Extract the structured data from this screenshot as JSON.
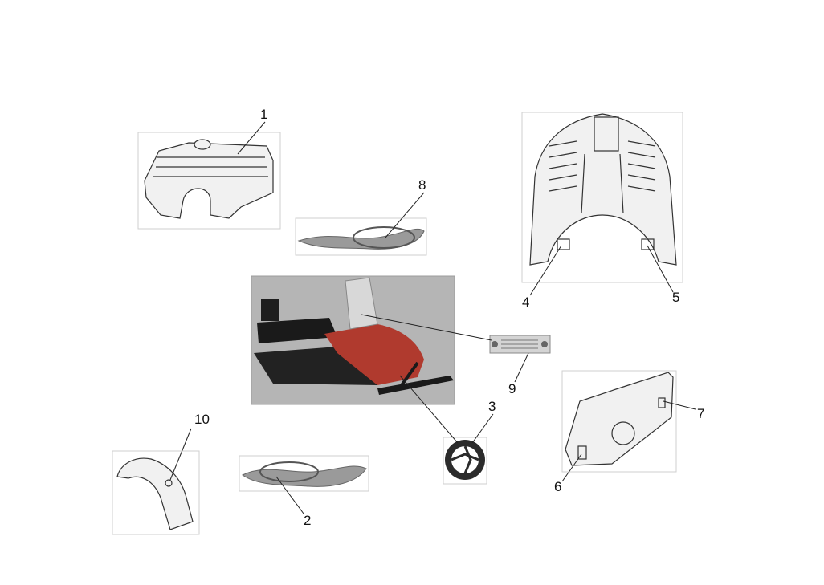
{
  "diagram": {
    "callouts": [
      {
        "id": "c1",
        "label": "1"
      },
      {
        "id": "c2",
        "label": "2"
      },
      {
        "id": "c3",
        "label": "3"
      },
      {
        "id": "c4",
        "label": "4"
      },
      {
        "id": "c5",
        "label": "5"
      },
      {
        "id": "c6",
        "label": "6"
      },
      {
        "id": "c7",
        "label": "7"
      },
      {
        "id": "c8",
        "label": "8"
      },
      {
        "id": "c9",
        "label": "9"
      },
      {
        "id": "c10",
        "label": "10"
      }
    ],
    "parts": [
      {
        "callout": "1",
        "name": "engine-cover"
      },
      {
        "callout": "2",
        "name": "logo-decal-side"
      },
      {
        "callout": "3",
        "name": "round-emblem"
      },
      {
        "callout": "4",
        "name": "hood-label-left"
      },
      {
        "callout": "5",
        "name": "hood-label-right"
      },
      {
        "callout": "6",
        "name": "panel-label-front"
      },
      {
        "callout": "7",
        "name": "panel-label-rear"
      },
      {
        "callout": "8",
        "name": "logo-decal-top"
      },
      {
        "callout": "9",
        "name": "data-plate"
      },
      {
        "callout": "10",
        "name": "rear-fender"
      }
    ],
    "colors": {
      "line": "#222222",
      "photo_bg": "#b5b5b5",
      "hood_red": "#b03a2e"
    }
  }
}
